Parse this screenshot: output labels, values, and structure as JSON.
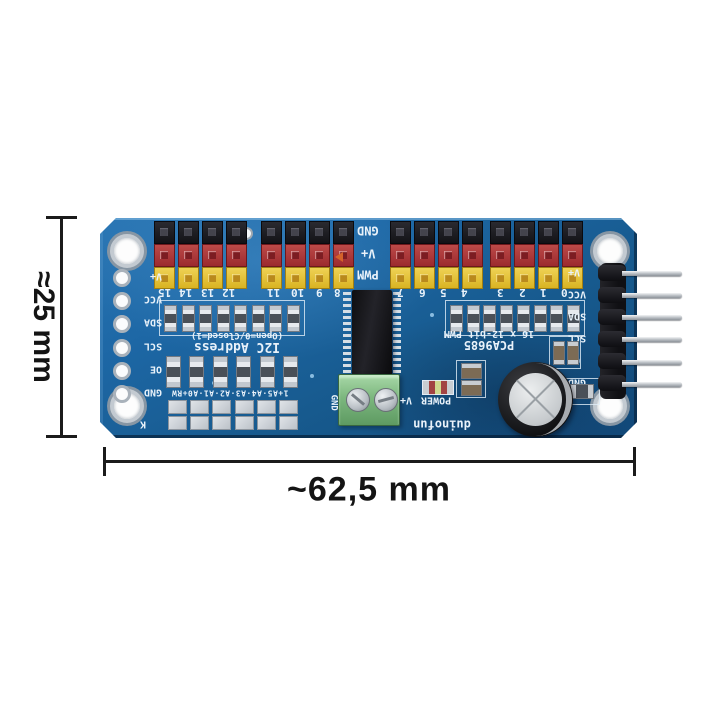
{
  "image_type": "product photo of a PCA9685 16-channel servo driver PCB with dimension annotations",
  "dimension_annotations": {
    "height_label": "≈25 mm",
    "width_label": "~62,5 mm"
  },
  "pcb": {
    "rail_labels": {
      "gnd": "GND",
      "vplus": "V+",
      "pwm": "PWM"
    },
    "channels": {
      "g1": [
        "15",
        "14",
        "13",
        "12"
      ],
      "g2": [
        "11",
        "10",
        "9",
        "8"
      ],
      "g3": [
        "7",
        "6",
        "5",
        "4"
      ],
      "g4": [
        "3",
        "2",
        "1",
        "0"
      ]
    },
    "pin_labels": [
      "V+",
      "VCC",
      "SDA",
      "SCL",
      "OE",
      "GND"
    ],
    "silk": {
      "i2c_title": "I2C Address",
      "i2c_note": "(Open=0/Closed=1)",
      "chip_name": "PCA9685",
      "chip_desc": "16 x 12-bit PWM",
      "power": "POWER",
      "brand": "duinofun",
      "terminal_gnd": "GND",
      "terminal_vplus": "V+",
      "address_row": "1+A5·A4·A3·A2·A1·A0+RW",
      "corner_mark": "K"
    },
    "colors": {
      "pcb_blue": "#1d67a5",
      "header_black": "#1a1a1e",
      "header_red": "#ac3136",
      "header_yellow": "#ddba2b",
      "terminal_green": "#7cb77e",
      "silkscreen": "#e9f2fa",
      "dimension_text": "#141414"
    }
  }
}
